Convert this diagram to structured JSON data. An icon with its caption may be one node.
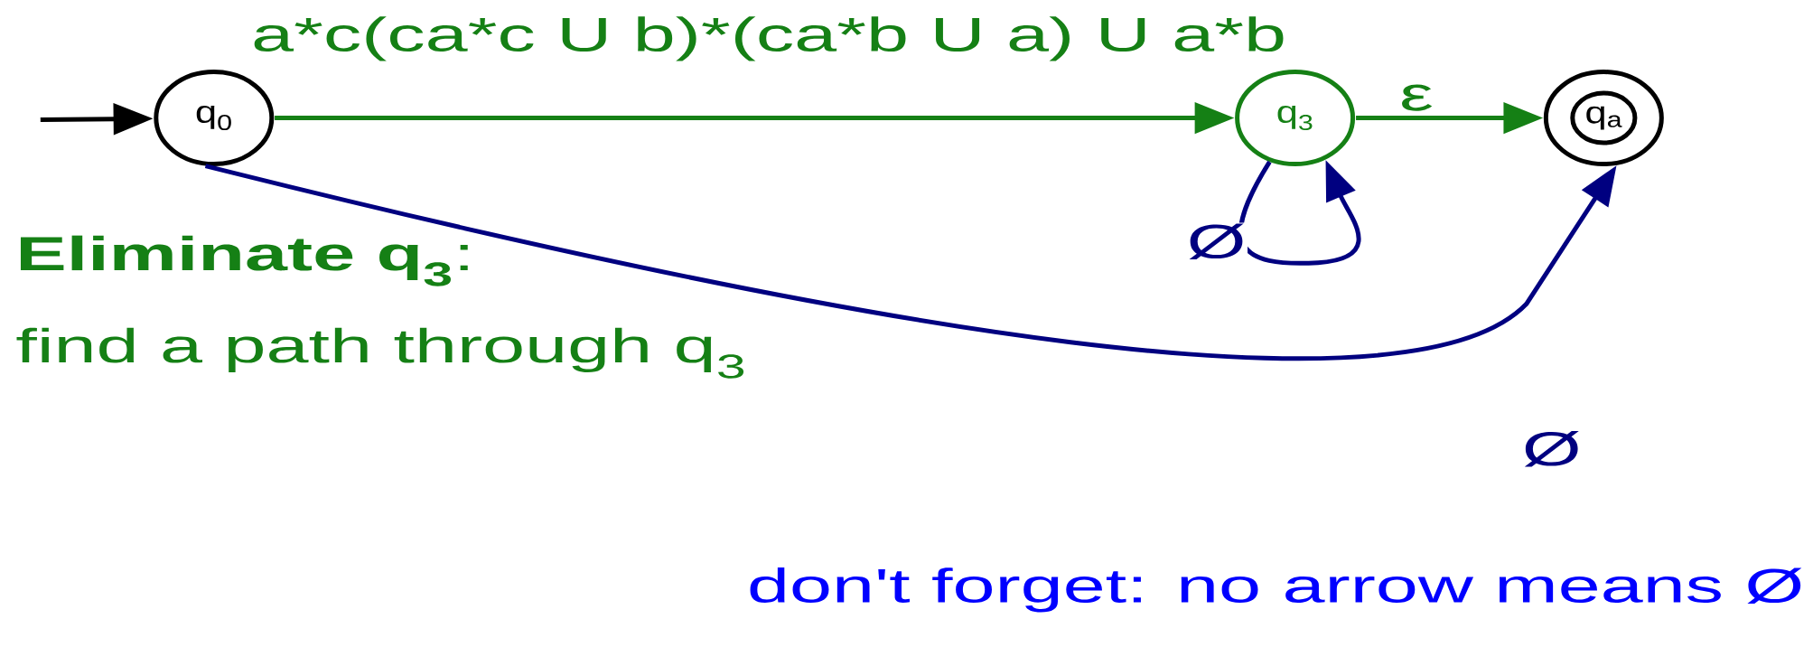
{
  "diagram": {
    "nodes": [
      {
        "text": [
          "q$_{0}$"
        ]
      },
      {
        "text": [
          "q$_{3}$"
        ]
      },
      {
        "text": [
          "q$_{a}$"
        ]
      }
    ],
    "edges": [
      {
        "from": null,
        "to": 0,
        "arrow": "to",
        "color": "#000000"
      },
      {
        "from": 0,
        "to": 1,
        "arrow": "to",
        "label": "a*c(ca*c U b)*(ca*b U a) U a*b",
        "color": "#158015"
      },
      {
        "from": 1,
        "to": 2,
        "arrow": "to",
        "label": "ε",
        "color": "#158015"
      },
      {
        "from": 1,
        "to": 1,
        "arrow": "to",
        "label": "Ø",
        "color": "#000080"
      },
      {
        "from": 0,
        "to": 2,
        "arrow": "to",
        "label": "Ø",
        "color": "#000080"
      }
    ],
    "labels": [
      "**Eliminate q$_{3}$**:",
      "find a path through q$_{3}$",
      "don't forget: no arrow means Ø"
    ]
  }
}
